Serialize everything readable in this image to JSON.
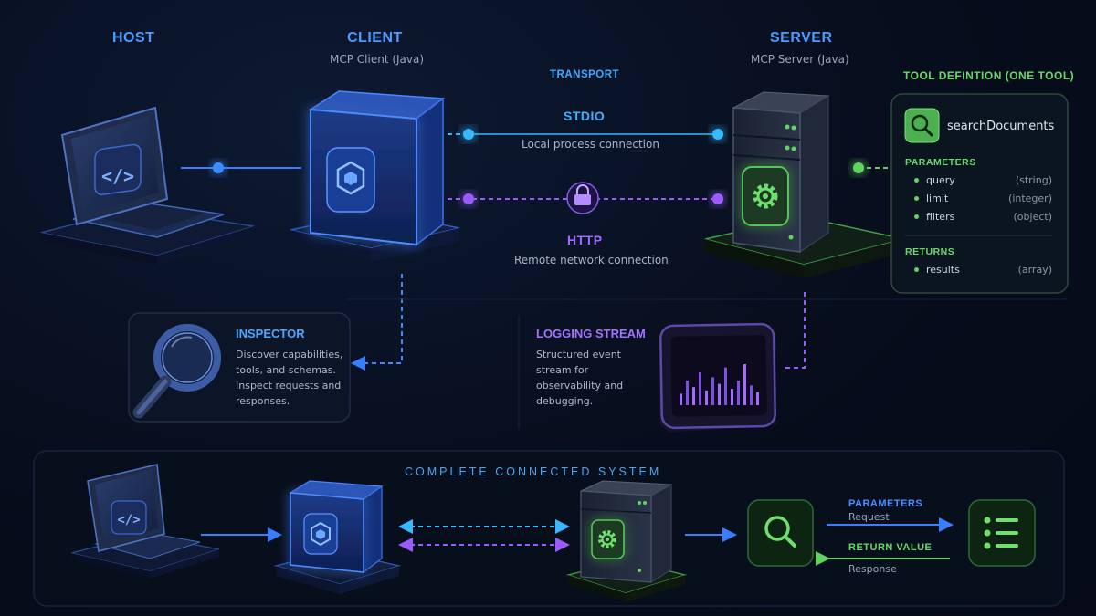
{
  "columns": {
    "host": {
      "title": "HOST"
    },
    "client": {
      "title": "CLIENT",
      "subtitle": "MCP Client (Java)"
    },
    "server": {
      "title": "SERVER",
      "subtitle": "MCP Server (Java)"
    }
  },
  "transport": {
    "title": "TRANSPORT",
    "stdio": {
      "label": "STDIO",
      "description": "Local process connection"
    },
    "http": {
      "label": "HTTP",
      "description": "Remote network connection"
    }
  },
  "tool": {
    "header": "TOOL DEFINTION (ONE TOOL)",
    "name": "searchDocuments",
    "params_label": "PARAMETERS",
    "params": [
      {
        "name": "query",
        "type": "(string)"
      },
      {
        "name": "limit",
        "type": "(integer)"
      },
      {
        "name": "filters",
        "type": "(object)"
      }
    ],
    "returns_label": "RETURNS",
    "returns": [
      {
        "name": "results",
        "type": "(array)"
      }
    ]
  },
  "inspector": {
    "title": "INSPECTOR",
    "description": "Discover capabilities, tools, and schemas. Inspect requests and responses."
  },
  "logging": {
    "title": "LOGGING STREAM",
    "description": "Structured event stream for observability and debugging."
  },
  "system": {
    "title": "COMPLETE CONNECTED SYSTEM",
    "parameters_label": "PARAMETERS",
    "request_label": "Request",
    "return_label": "RETURN VALUE",
    "response_label": "Response"
  },
  "colors": {
    "blue": "#3b8cff",
    "cyan": "#39b8ff",
    "purple": "#9b5cff",
    "green": "#5fd45f",
    "background": "#070d1c"
  }
}
